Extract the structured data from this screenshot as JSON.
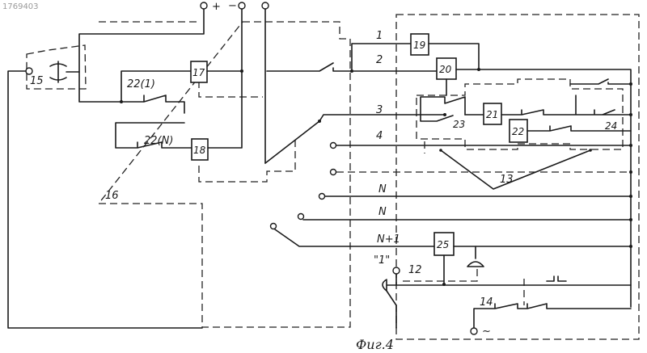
{
  "figure": {
    "ref": "1769403",
    "caption": "Фиг.4",
    "power_terminals": {
      "plus": "+",
      "minus": "−"
    },
    "ac_terminal": "~",
    "quote_label": "\"1\"",
    "lines": [
      "1",
      "2",
      "3",
      "4",
      "N",
      "N",
      "N+1"
    ],
    "blocks": {
      "b15": "15",
      "b16": "16",
      "b17": "17",
      "b18": "18",
      "b19": "19",
      "b20": "20",
      "b21": "21",
      "b22": "22",
      "b23": "23",
      "b24": "24",
      "b25": "25",
      "b12": "12",
      "b13": "13",
      "b14": "14"
    },
    "contacts": {
      "c1": "22(1)",
      "cN": "22(N)"
    }
  }
}
